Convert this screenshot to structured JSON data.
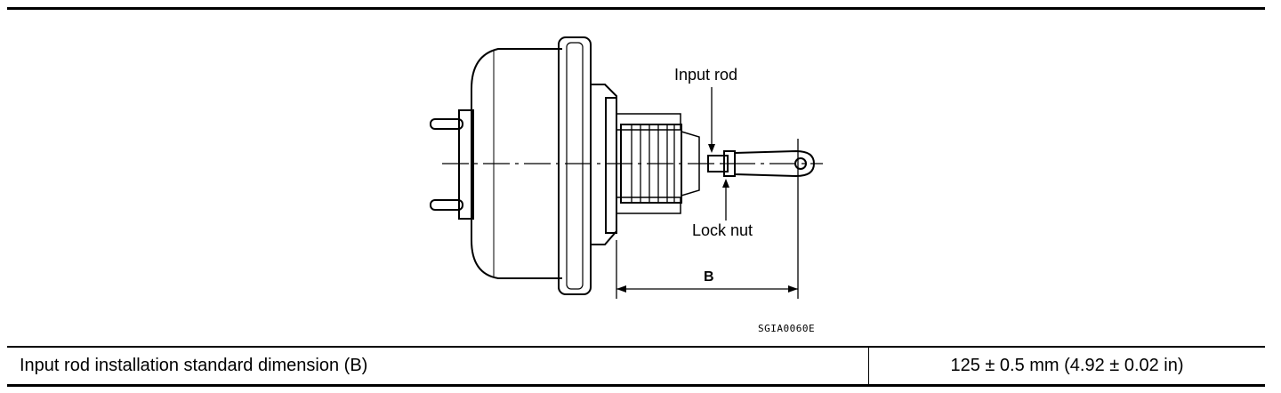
{
  "figure": {
    "callouts": {
      "input_rod": "Input rod",
      "lock_nut": "Lock nut",
      "dimension": "B"
    },
    "code": "SGIA0060E"
  },
  "spec_table": {
    "label": "Input rod installation standard dimension (B)",
    "value": "125 ± 0.5 mm (4.92 ± 0.02 in)"
  }
}
